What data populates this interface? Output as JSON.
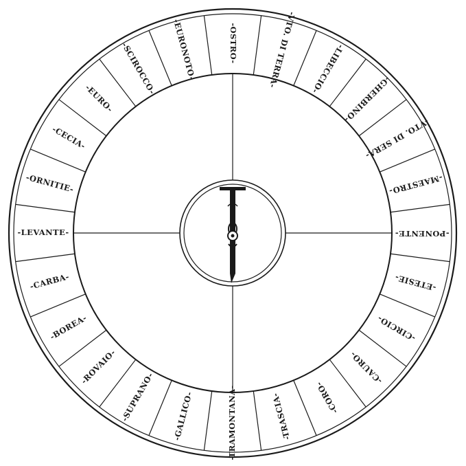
{
  "diagram": {
    "center_emblem": "T",
    "winds": [
      "OSTRO",
      "VTO. DI TERRA",
      "LIBECCIO",
      "GHERBINO",
      "VTO. DI SERA",
      "MAESTRO",
      "PONENTE",
      "ETESIE",
      "CIRCIO",
      "CAURO",
      "CORO",
      "TRASCIA",
      "TRAMONTANA",
      "GALLICO",
      "SUPRANO",
      "ROVAIO",
      "BOREA",
      "CARBA",
      "LEVANTE",
      "ORNITIE",
      "CECIA",
      "EURO",
      "SCIROCCO",
      "EURONOTO"
    ]
  }
}
